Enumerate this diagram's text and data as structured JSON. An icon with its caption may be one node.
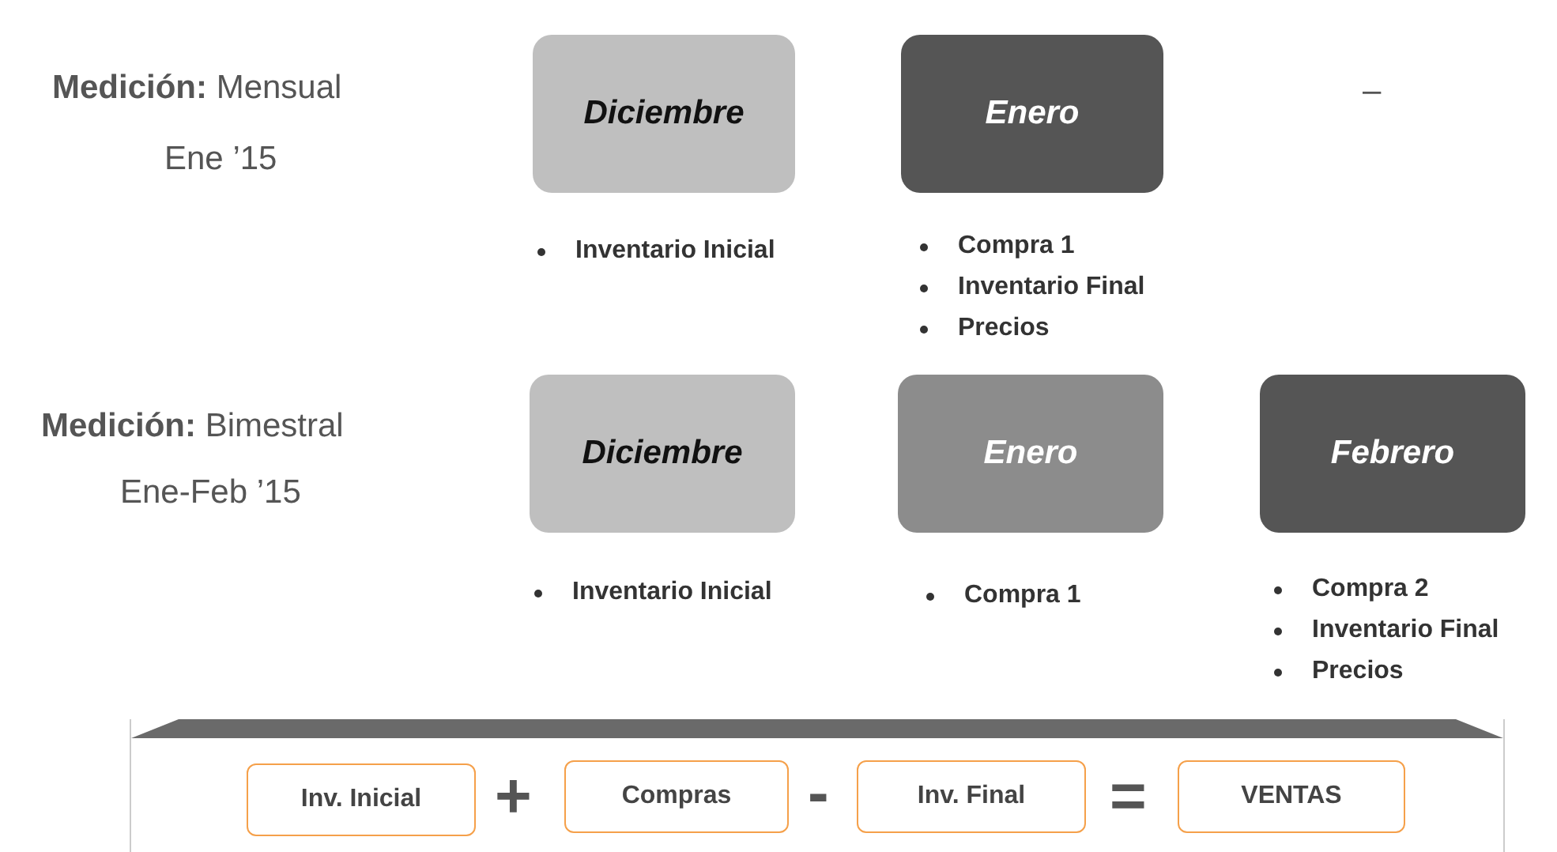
{
  "diagram": {
    "nodes": [
      {
        "text": [
          "Diciembre"
        ],
        "beside": [
          "Inventario Inicial"
        ]
      },
      {
        "text": [
          "Enero"
        ],
        "beside": [
          "Compra 1",
          "Inventario Final",
          "Precios"
        ]
      },
      {
        "text": [
          "Diciembre"
        ],
        "beside": [
          "Inventario Inicial"
        ]
      },
      {
        "text": [
          "Enero"
        ],
        "beside": [
          "Compra 1"
        ]
      },
      {
        "text": [
          "Febrero"
        ],
        "beside": [
          "Compra 2",
          "Inventario Final",
          "Precios"
        ]
      },
      {
        "text": [],
        "shape": "bar"
      },
      {
        "text": [
          "Inv. Inicial"
        ],
        "in": 5
      },
      {
        "text": [
          "Compras"
        ],
        "in": 5
      },
      {
        "text": [
          "Inv. Final"
        ],
        "in": 5
      },
      {
        "text": [
          "VENTAS"
        ],
        "in": 5
      }
    ],
    "edges": [],
    "labels": [
      "**Medición:** Mensual",
      "Ene ’15",
      "–",
      "**Medición:** Bimestral",
      "Ene-Feb ’15",
      "+",
      "-",
      "="
    ]
  }
}
